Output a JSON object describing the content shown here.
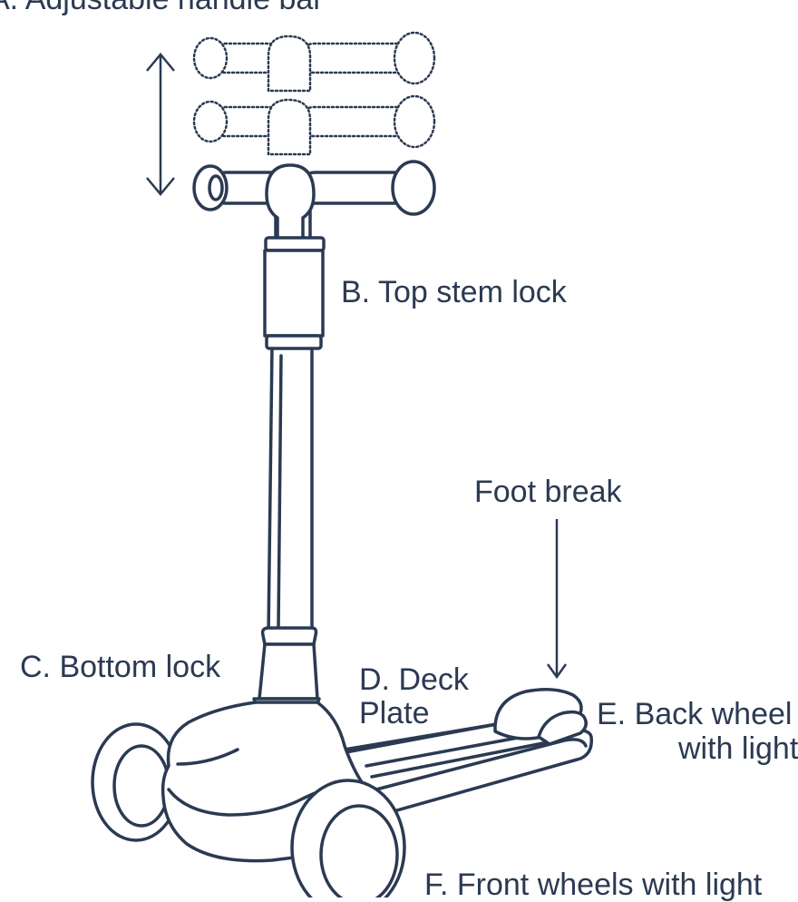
{
  "labels": {
    "a": "A. Adjustable handle bar",
    "b": "B. Top stem lock",
    "foot_break": "Foot break",
    "c": "C. Bottom lock",
    "d_line1": "D. Deck",
    "d_line2": "Plate",
    "e_back_line1": "E. Back wheel",
    "e_back_line2": "with light",
    "f_front": "F. Front wheels with light"
  },
  "colors": {
    "line": "#2b3a52",
    "background": "#ffffff"
  }
}
